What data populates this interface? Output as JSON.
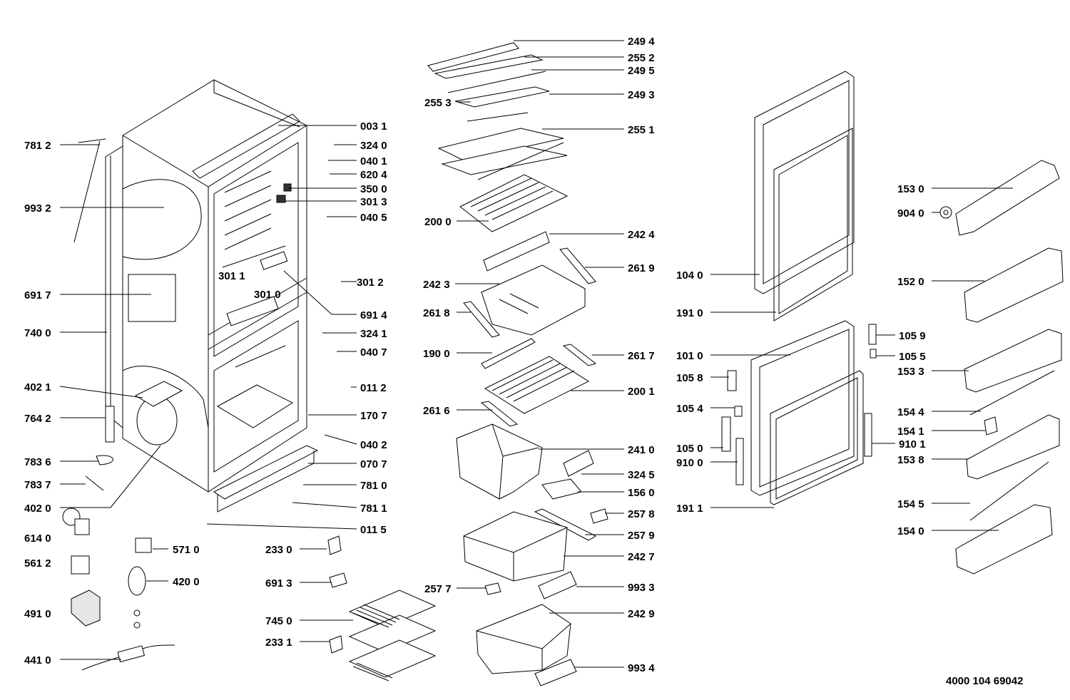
{
  "document_code": "4000 104 69042",
  "labels": [
    "249 4",
    "255 2",
    "249 5",
    "255 3",
    "249 3",
    "255 1",
    "200 0",
    "242 4",
    "242 3",
    "261 9",
    "261 8",
    "190 0",
    "261 7",
    "200 1",
    "261 6",
    "241 0",
    "324 5",
    "156 0",
    "257 8",
    "257 9",
    "242 7",
    "257 7",
    "993 3",
    "242 9",
    "993 4",
    "781 2",
    "993 2",
    "691 7",
    "740 0",
    "402 1",
    "764 2",
    "783 6",
    "783 7",
    "402 0",
    "614 0",
    "561 2",
    "491 0",
    "441 0",
    "571 0",
    "420 0",
    "003 1",
    "324 0",
    "040 1",
    "620 4",
    "350 0",
    "301 3",
    "040 5",
    "301 1",
    "301 0",
    "301 2",
    "691 4",
    "324 1",
    "040 7",
    "011 2",
    "170 7",
    "040 2",
    "070 7",
    "781 0",
    "781 1",
    "011 5",
    "233 0",
    "691 3",
    "745 0",
    "233 1",
    "104 0",
    "191 0",
    "101 0",
    "105 8",
    "105 4",
    "105 0",
    "910 0",
    "191 1",
    "105 9",
    "105 5",
    "910 1",
    "153 0",
    "904 0",
    "152 0",
    "153 3",
    "154 4",
    "154 1",
    "153 8",
    "154 5",
    "154 0"
  ]
}
